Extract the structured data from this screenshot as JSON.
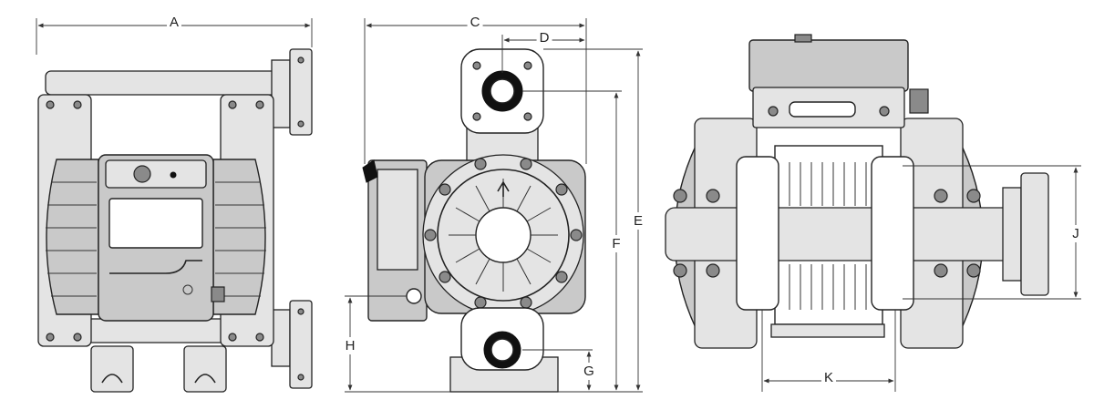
{
  "dimensions": {
    "A": "A",
    "C": "C",
    "D": "D",
    "E": "E",
    "F": "F",
    "G": "G",
    "H": "H",
    "J": "J",
    "K": "K"
  },
  "colors": {
    "line": "#222222",
    "body_fill": "#c9c9c9",
    "light_fill": "#e4e4e4",
    "ring_fill": "#111111"
  }
}
